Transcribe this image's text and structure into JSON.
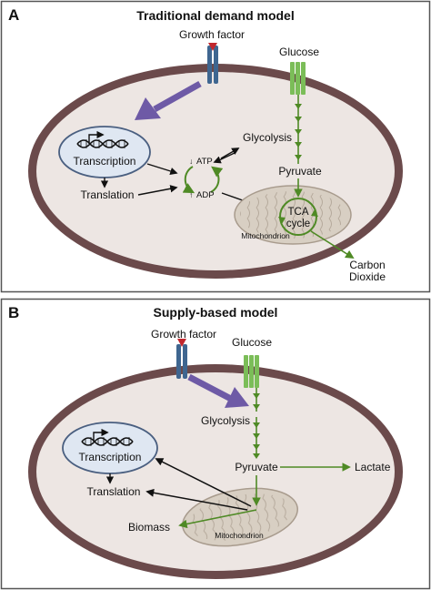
{
  "colors": {
    "panel_border": "#555555",
    "cell_membrane": "#6b4a4b",
    "cytoplasm": "#ede6e3",
    "nucleus_fill": "#dfe7f2",
    "nucleus_stroke": "#4a5f80",
    "mito_fill": "#d8cfc3",
    "mito_stroke": "#a89b8d",
    "green_arrow": "#4f8a25",
    "purple_arrow": "#6e5aa6",
    "receptor_blue": "#3f6690",
    "receptor_green": "#7bbd58",
    "ligand_red": "#c1272d"
  },
  "panels": [
    {
      "letter": "A",
      "title": "Traditional demand model",
      "labels": {
        "growth_factor": "Growth factor",
        "glucose": "Glucose",
        "transcription": "Transcription",
        "translation": "Translation",
        "atp": "ATP",
        "adp": "ADP",
        "glycolysis": "Glycolysis",
        "pyruvate": "Pyruvate",
        "tca_line1": "TCA",
        "tca_line2": "cycle",
        "mitochondrion": "Mitochondrion",
        "carbon_line1": "Carbon",
        "carbon_line2": "Dioxide"
      }
    },
    {
      "letter": "B",
      "title": "Supply-based model",
      "labels": {
        "growth_factor": "Growth factor",
        "glucose": "Glucose",
        "glycolysis": "Glycolysis",
        "pyruvate": "Pyruvate",
        "lactate": "Lactate",
        "transcription": "Transcription",
        "translation": "Translation",
        "biomass": "Biomass",
        "mitochondrion": "Mitochondrion"
      }
    }
  ]
}
